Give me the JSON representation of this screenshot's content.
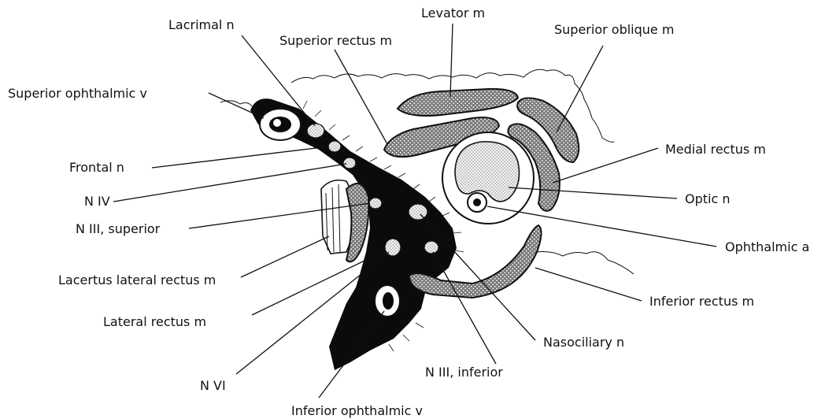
{
  "labels": {
    "lacrimal_n": "Lacrimal n",
    "levator_m": "Levator m",
    "superior_rectus_m": "Superior rectus m",
    "superior_oblique_m": "Superior oblique m",
    "superior_ophthalmic_v": "Superior ophthalmic v",
    "frontal_n": "Frontal n",
    "medial_rectus_m": "Medial rectus m",
    "n_iv": "N IV",
    "optic_n": "Optic n",
    "n_iii_superior": "N III, superior",
    "ophthalmic_a": "Ophthalmic a",
    "lacertus_lateral_rectus_m": "Lacertus lateral rectus m",
    "inferior_rectus_m": "Inferior rectus m",
    "lateral_rectus_m": "Lateral rectus m",
    "nasociliary_n": "Nasociliary n",
    "n_vi": "N VI",
    "n_iii_inferior": "N III, inferior",
    "inferior_ophthalmic_v": "Inferior ophthalmic v"
  },
  "colors": {
    "ink": "#111111",
    "muscle_fill": "#6e6e6e",
    "nerve_fill": "#e6e6e6",
    "background": "#ffffff"
  }
}
